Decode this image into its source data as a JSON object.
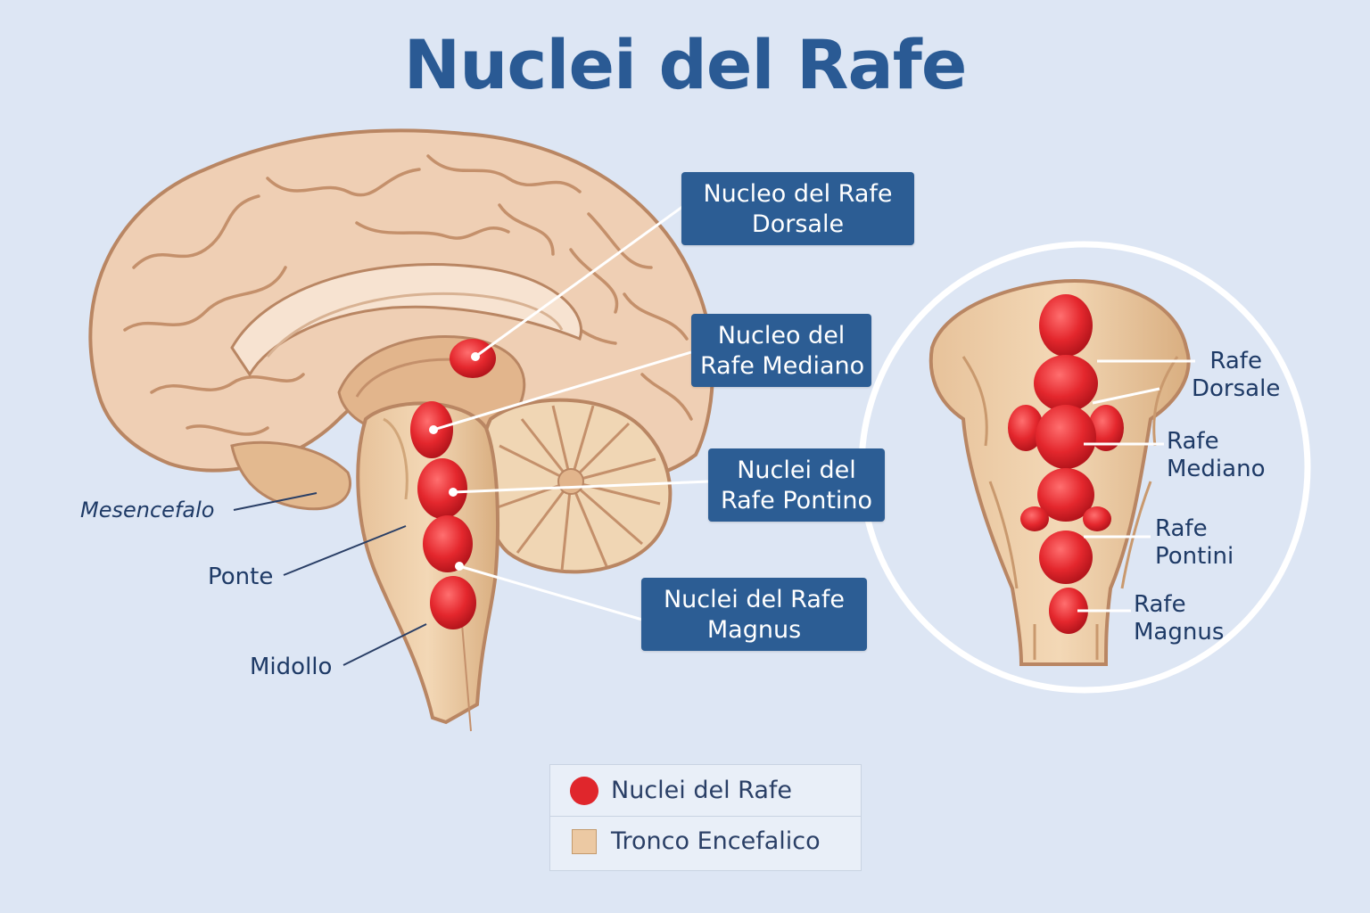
{
  "title": "Nuclei del Rafe",
  "callouts": {
    "dorsale": [
      "Nucleo del Rafe",
      "Dorsale"
    ],
    "mediano": [
      "Nucleo del",
      "Rafe Mediano"
    ],
    "pontino": [
      "Nuclei del",
      "Rafe Pontino"
    ],
    "magnus": [
      "Nuclei del Rafe",
      "Magnus"
    ]
  },
  "regions": {
    "mesencefalo": "Mesencefalo",
    "ponte": "Ponte",
    "midollo": "Midollo"
  },
  "inset_labels": {
    "dorsale": [
      "Rafe",
      "Dorsale"
    ],
    "mediano": [
      "Rafe",
      "Mediano"
    ],
    "pontini": [
      "Rafe",
      "Pontini"
    ],
    "magnus": [
      "Rafe",
      "Magnus"
    ]
  },
  "legend": {
    "nuclei": "Nuclei del Rafe",
    "tronco": "Tronco Encefalico"
  },
  "colors": {
    "nuclei": "#e0262c",
    "tronco": "#ecc9a3",
    "accent": "#2c5d94",
    "background": "#dde6f4"
  }
}
